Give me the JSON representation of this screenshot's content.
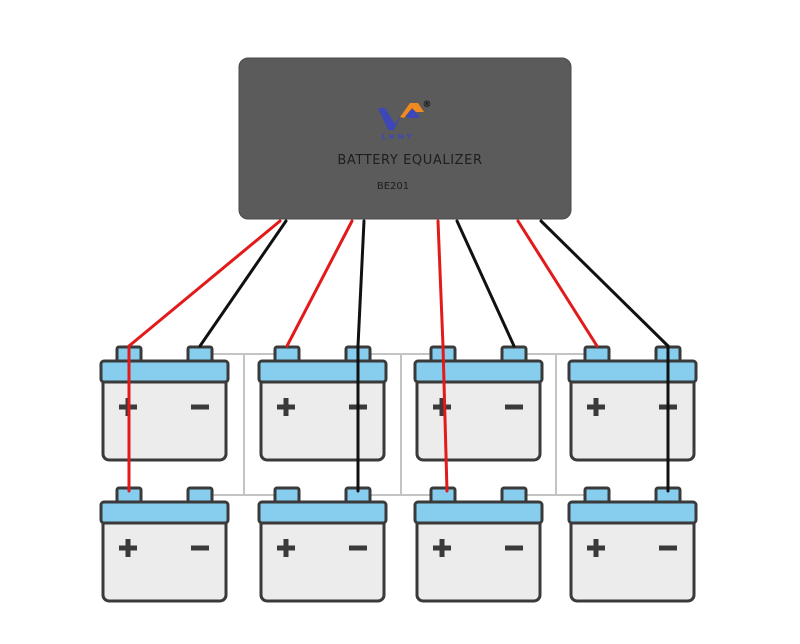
{
  "device": {
    "brand": "LHNY",
    "registered_mark": "®",
    "title": "BATTERY EQUALIZER",
    "model": "BE201"
  },
  "batteries": {
    "rows": 2,
    "columns": 4,
    "positive_symbol": "+",
    "negative_symbol": "−"
  },
  "colors": {
    "device_body": "#5b5b5b",
    "battery_cap": "#87cdee",
    "battery_body": "#ececec",
    "battery_outline": "#3a3a3a",
    "positive_wire": "#e21a1a",
    "negative_wire": "#111111",
    "series_link": "#c4c4c4",
    "logo_blue": "#3d47b8",
    "logo_orange": "#f08a1e"
  },
  "icons": {
    "logo": "lhny-logo-icon",
    "positive": "plus-icon",
    "negative": "minus-icon"
  }
}
